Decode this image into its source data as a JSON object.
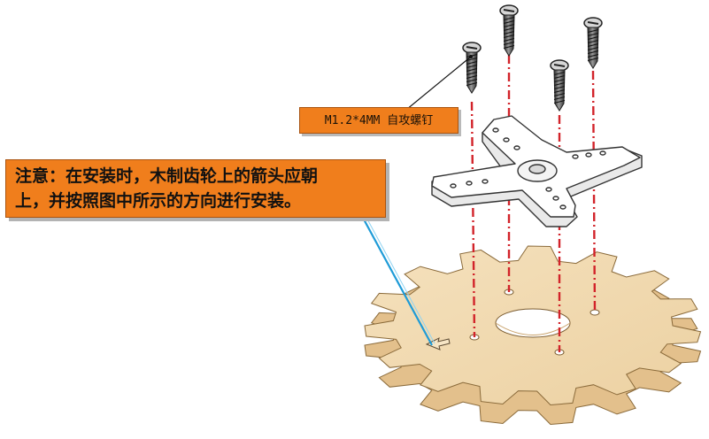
{
  "diagram": {
    "screw_label": "M1.2*4MM 自攻螺钉",
    "note_line1": "注意：在安装时，木制齿轮上的箭头应朝",
    "note_line2": "上，并按照图中所示的方向进行安装。",
    "colors": {
      "callout_fill": "#f07e1c",
      "guide_line": "#d2232a",
      "wood": "#f2d9ae",
      "wood_side": "#e3c08c",
      "callout_leader": "#1e9bd7"
    }
  }
}
